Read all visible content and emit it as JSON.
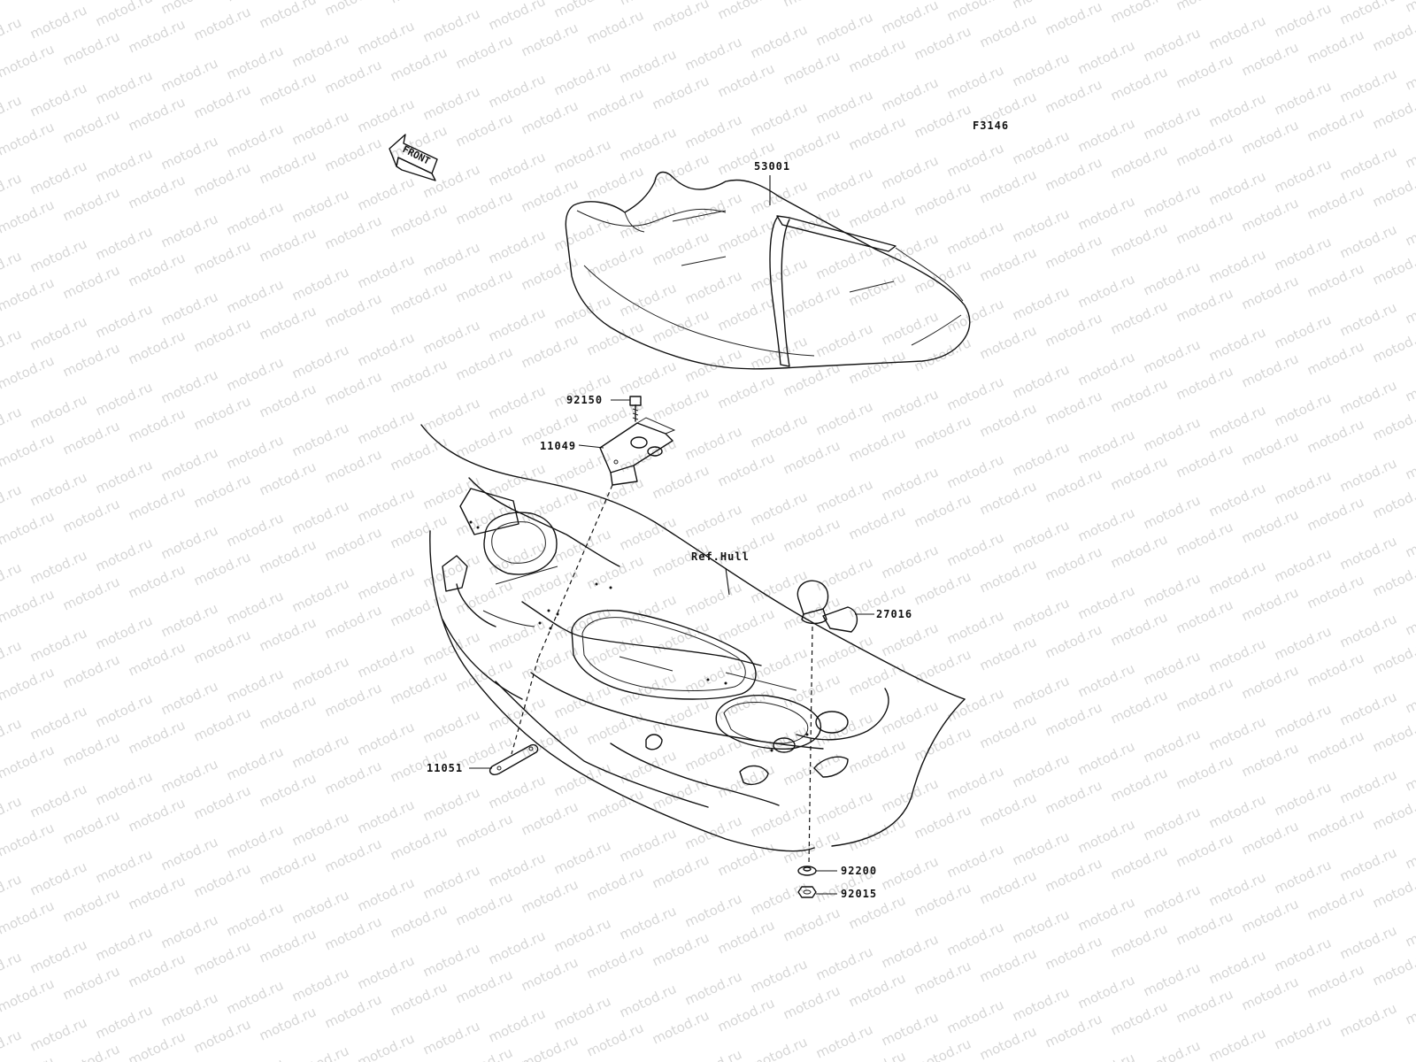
{
  "diagram": {
    "code": "F3146",
    "front_marker": "FRONT",
    "watermark_text": "motod.ru",
    "reference_label": "Ref.Hull",
    "parts": [
      {
        "number": "53001"
      },
      {
        "number": "92150"
      },
      {
        "number": "11049"
      },
      {
        "number": "27016"
      },
      {
        "number": "11051"
      },
      {
        "number": "92200"
      },
      {
        "number": "92015"
      }
    ]
  }
}
